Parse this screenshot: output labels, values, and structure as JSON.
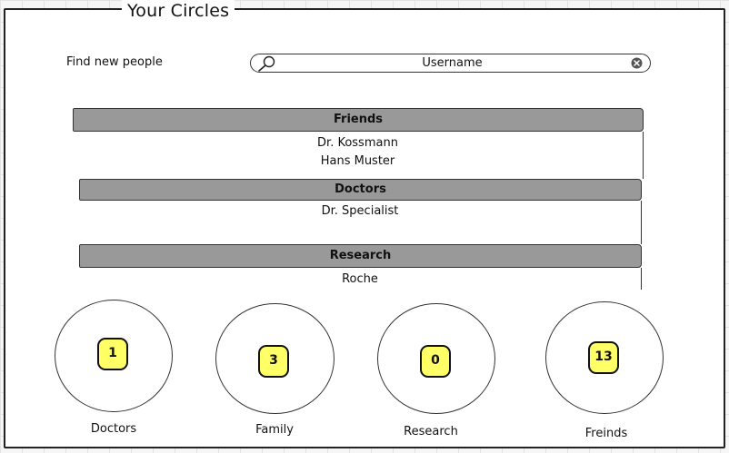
{
  "window": {
    "title": "Your Circles"
  },
  "search": {
    "label": "Find new people",
    "placeholder": "Username",
    "icon": "search-icon",
    "clear_icon": "clear-icon"
  },
  "groups": [
    {
      "name": "Friends",
      "members": [
        "Dr. Kossmann",
        "Hans Muster"
      ]
    },
    {
      "name": "Doctors",
      "members": [
        "Dr. Specialist"
      ]
    },
    {
      "name": "Research",
      "members": [
        "Roche"
      ]
    }
  ],
  "circles": [
    {
      "label": "Doctors",
      "count": "1"
    },
    {
      "label": "Family",
      "count": "3"
    },
    {
      "label": "Research",
      "count": "0"
    },
    {
      "label": "Freinds",
      "count": "13"
    }
  ],
  "colors": {
    "header_fill": "#999999",
    "badge_fill": "#ffff66",
    "border": "#333333"
  }
}
